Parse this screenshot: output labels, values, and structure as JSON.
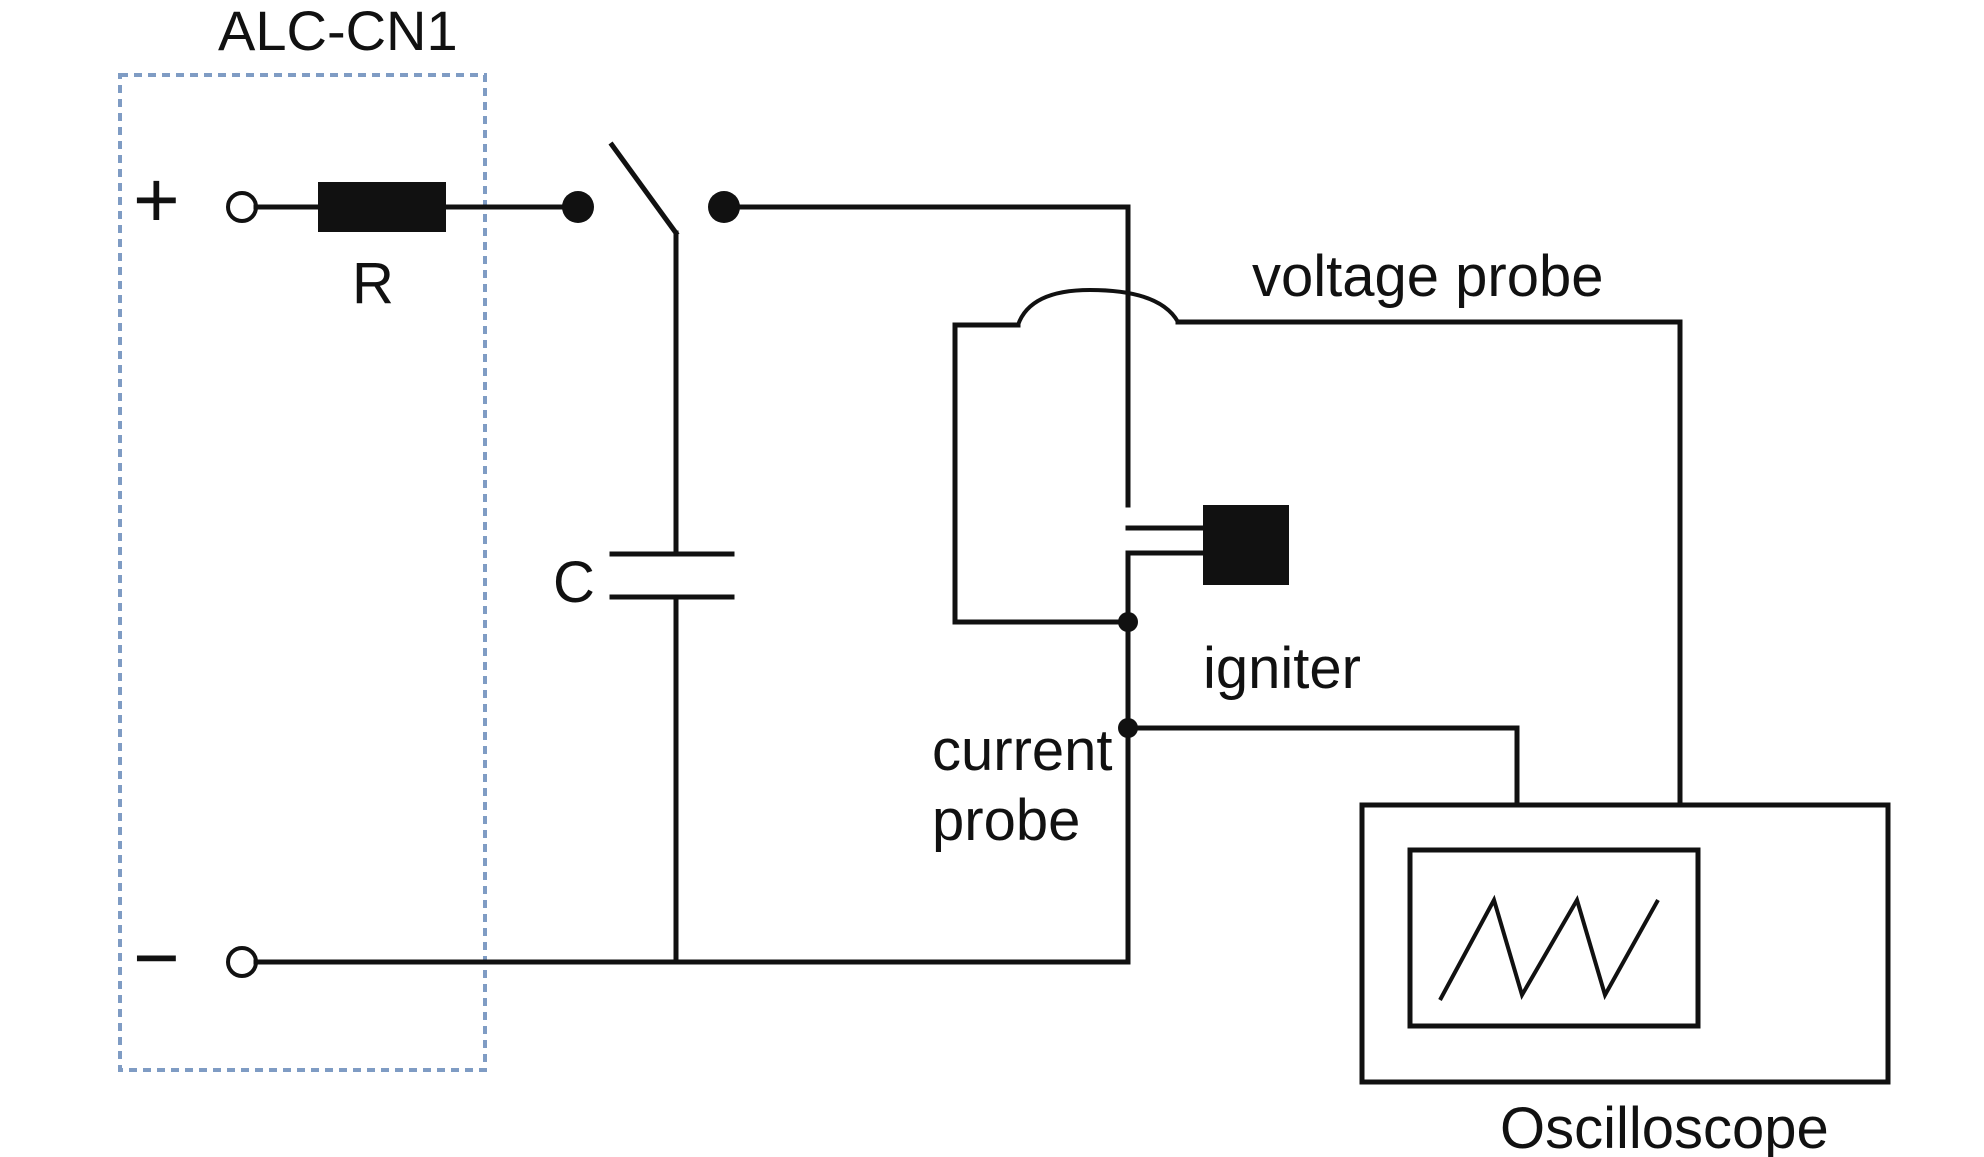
{
  "labels": {
    "box_title": "ALC-CN1",
    "plus": "+",
    "minus": "−",
    "resistor": "R",
    "capacitor": "C",
    "voltage_probe": "voltage probe",
    "igniter": "igniter",
    "current_probe_line1": "current",
    "current_probe_line2": "probe",
    "oscilloscope": "Oscilloscope"
  },
  "colors": {
    "box_border": "#7f9cc4",
    "wire": "#111111",
    "background": "#ffffff"
  }
}
